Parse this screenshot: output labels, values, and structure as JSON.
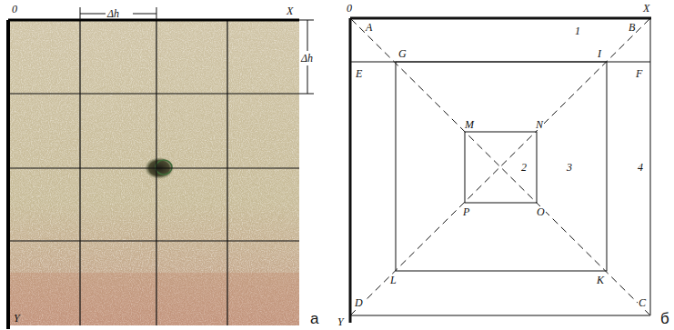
{
  "diagram": {
    "labels": [
      "0",
      "X",
      "Δh",
      "Δh",
      "Y",
      "а",
      "0",
      "X",
      "A",
      "B",
      "1",
      "E",
      "G",
      "I",
      "F",
      "M",
      "N",
      "2",
      "3",
      "4",
      "P",
      "O",
      "L",
      "K",
      "D",
      "C",
      "Y",
      "б"
    ]
  }
}
